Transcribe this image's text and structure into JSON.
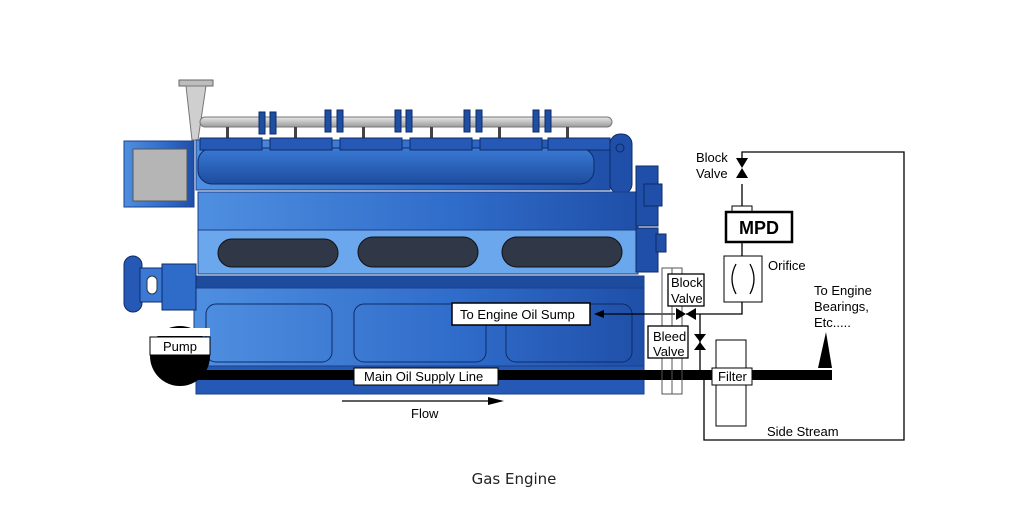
{
  "caption": "Gas Engine",
  "labels": {
    "block_valve_top_line1": "Block",
    "block_valve_top_line2": "Valve",
    "mpd": "MPD",
    "orifice": "Orifice",
    "to_engine_bearings_line1": "To Engine",
    "to_engine_bearings_line2": "Bearings,",
    "to_engine_bearings_line3": "Etc.....",
    "block_valve_side_line1": "Block",
    "block_valve_side_line2": "Valve",
    "to_engine_oil_sump": "To Engine Oil Sump",
    "bleed_valve_line1": "Bleed",
    "bleed_valve_line2": "Valve",
    "pump": "Pump",
    "main_oil_supply_line": "Main Oil Supply Line",
    "filter": "Filter",
    "flow": "Flow",
    "side_stream": "Side Stream"
  },
  "colors": {
    "engine_blue": "#2f6bc9",
    "engine_light": "#4f8fe0",
    "engine_dark": "#1a3f8a",
    "pipe": "#000000",
    "manifold": "#c8c8c8"
  }
}
